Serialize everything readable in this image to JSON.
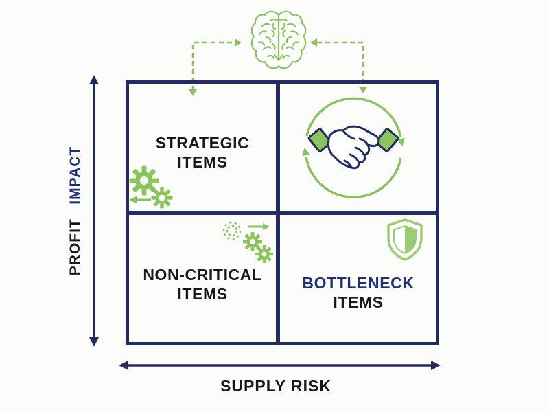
{
  "matrix": {
    "quadrants": {
      "strategic": {
        "line1": "STRATEGIC",
        "line2": "ITEMS",
        "icon": "gears-left-arrow-icon"
      },
      "partnership": {
        "icon": "handshake-cycle-icon"
      },
      "non_critical": {
        "line1": "NON-CRITICAL",
        "line2": "ITEMS",
        "icon": "dashed-gear-right-arrow-icon"
      },
      "bottleneck": {
        "line1": "BOTTLENECK",
        "line2": "ITEMS",
        "icon": "shield-icon"
      }
    }
  },
  "axes": {
    "y_word_1": "PROFIT",
    "y_word_2": "IMPACT",
    "x_label": "SUPPLY RISK"
  },
  "icons": {
    "top_center": "brain-icon",
    "connector_left": "dashed-connector-left",
    "connector_right": "dashed-connector-right",
    "y_axis": "double-arrow-vertical",
    "x_axis": "double-arrow-horizontal"
  },
  "colors": {
    "navy": "#232c5c",
    "text_dark": "#17171f",
    "accent_blue": "#1f3170",
    "green": "#8cbf66",
    "gear_green": "#8cc35e",
    "shield_green": "#9bcb74",
    "background": "#fcfcfa"
  }
}
